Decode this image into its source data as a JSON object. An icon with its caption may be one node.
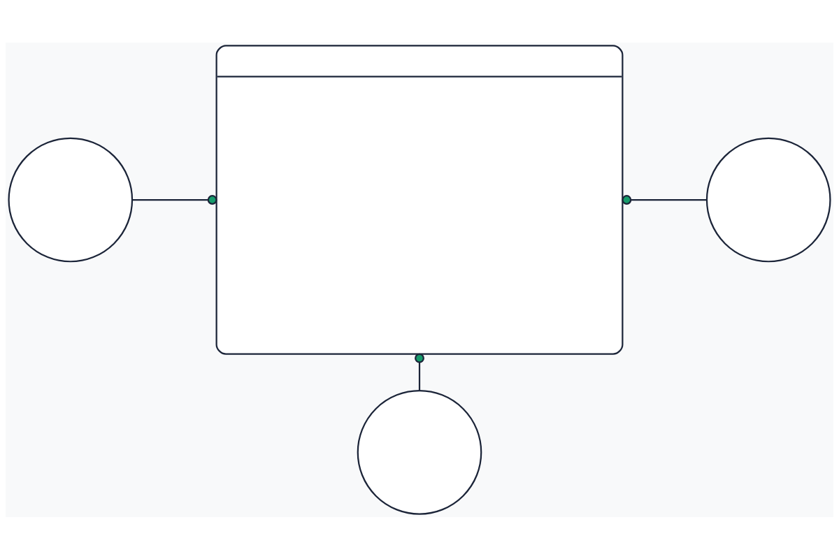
{
  "diagram": {
    "nodes": [
      {
        "text": [],
        "shape": "box"
      },
      {
        "text": [],
        "shape": "circle"
      },
      {
        "text": [],
        "shape": "circle"
      },
      {
        "text": [],
        "shape": "circle"
      }
    ],
    "edges": [
      {
        "from": 1,
        "to": 0,
        "arrow": "other"
      },
      {
        "from": 0,
        "to": 2,
        "arrow": "other"
      },
      {
        "from": 0,
        "to": 3,
        "arrow": "other"
      }
    ]
  }
}
